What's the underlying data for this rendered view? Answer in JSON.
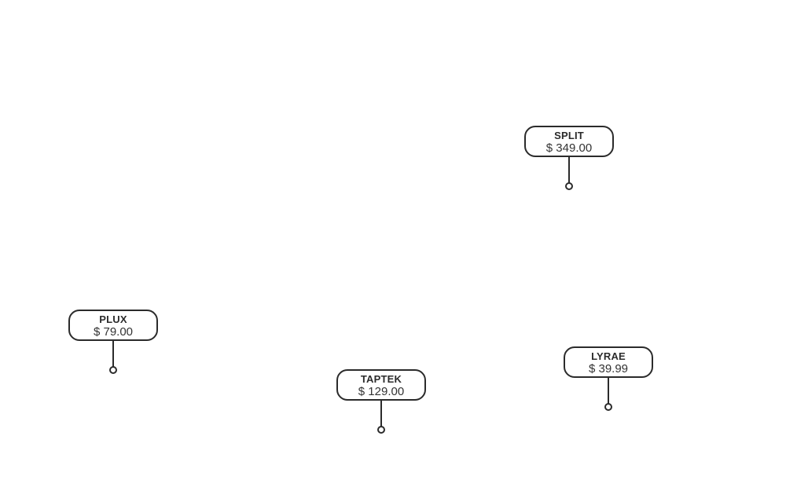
{
  "hotspots": [
    {
      "name": "SPLIT",
      "price": "$ 349.00"
    },
    {
      "name": "PLUX",
      "price": "$ 79.00"
    },
    {
      "name": "TAPTEK",
      "price": "$ 129.00"
    },
    {
      "name": "LYRAE",
      "price": "$ 39.99"
    }
  ],
  "colors": {
    "stroke": "#2b2b2b",
    "background": "#ffffff"
  }
}
